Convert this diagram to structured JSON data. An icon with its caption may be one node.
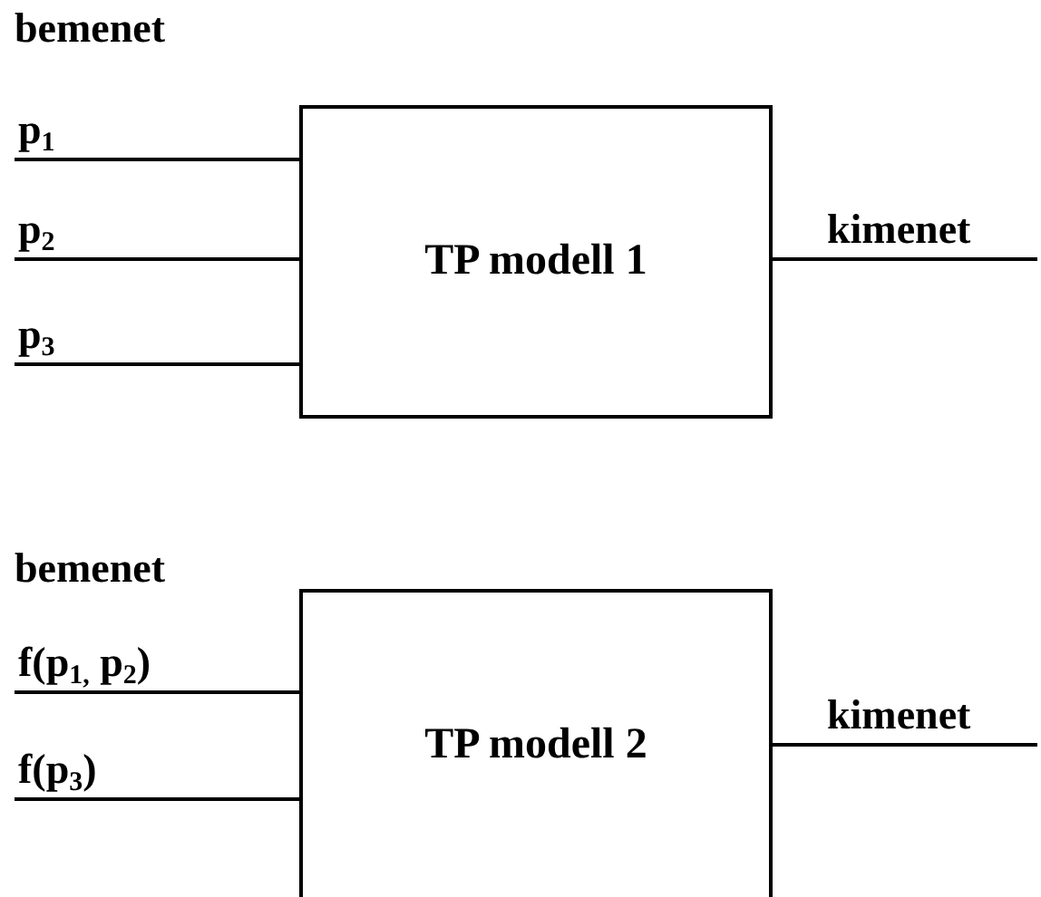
{
  "diagram": {
    "nodes": [
      {
        "text": [
          "TP modell 1"
        ]
      },
      {
        "text": [
          "TP modell 2"
        ]
      }
    ],
    "edges": [
      {
        "from": null,
        "to": 0,
        "arrow": "none",
        "label": "p$_{1}$"
      },
      {
        "from": null,
        "to": 0,
        "arrow": "none",
        "label": "p$_{2}$"
      },
      {
        "from": null,
        "to": 0,
        "arrow": "none",
        "label": "p$_{3}$"
      },
      {
        "from": 0,
        "to": null,
        "arrow": "none",
        "label": "kimenet"
      },
      {
        "from": null,
        "to": 1,
        "arrow": "none",
        "label": "f(p$_{1,}$ p$_{2}$)"
      },
      {
        "from": null,
        "to": 1,
        "arrow": "none",
        "label": "f(p$_{3}$)"
      },
      {
        "from": 1,
        "to": null,
        "arrow": "none",
        "label": "kimenet"
      }
    ],
    "labels": [
      "bemenet",
      "bemenet"
    ]
  }
}
